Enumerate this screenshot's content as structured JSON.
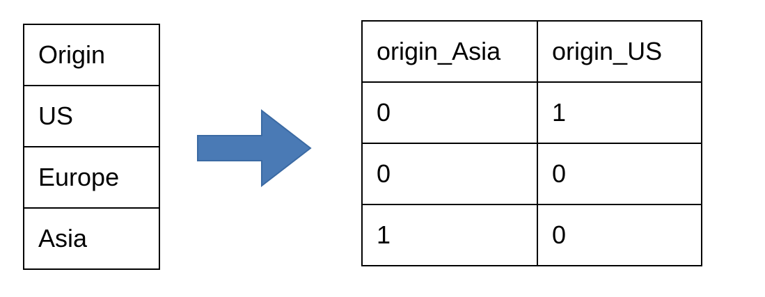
{
  "left_table": {
    "header": "Origin",
    "rows": [
      "US",
      "Europe",
      "Asia"
    ]
  },
  "arrow": {
    "icon": "right-arrow-icon",
    "color": "#4a7ab5"
  },
  "right_table": {
    "headers": [
      "origin_Asia",
      "origin_US"
    ],
    "rows": [
      [
        "0",
        "1"
      ],
      [
        "0",
        "0"
      ],
      [
        "1",
        "0"
      ]
    ]
  }
}
